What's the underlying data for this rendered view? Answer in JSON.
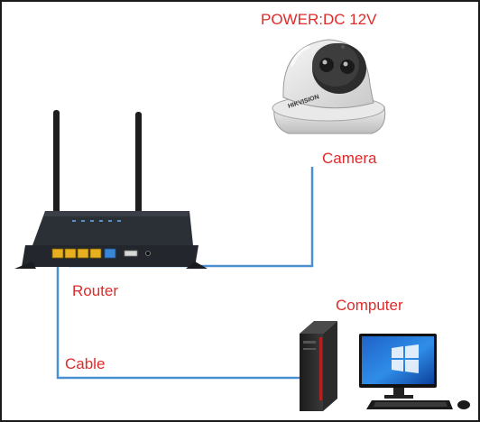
{
  "labels": {
    "power": "POWER:DC 12V",
    "camera": "Camera",
    "router": "Router",
    "computer": "Computer",
    "cable": "Cable"
  },
  "devices": {
    "camera_brand": "HIKVISION"
  },
  "colors": {
    "label": "#e02a2a",
    "cable": "#4a8fd0",
    "border": "#1a1a1a"
  }
}
